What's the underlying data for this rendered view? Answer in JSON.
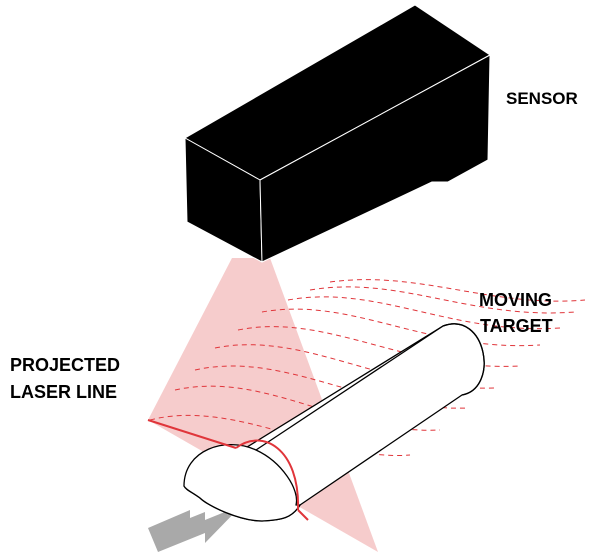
{
  "labels": {
    "sensor": "SENSOR",
    "moving_target_line1": "MOVING",
    "moving_target_line2": "TARGET",
    "projected_line1": "PROJECTED",
    "projected_line2": "LASER LINE"
  },
  "colors": {
    "sensor_body": "#000000",
    "sensor_edge": "#ffffff",
    "laser_fan": "#f4c3c3",
    "laser_line": "#e0353a",
    "dashed_lines": "#e0353a",
    "target_stroke": "#000000",
    "target_fill": "#ffffff",
    "arrow": "#a9a9a9",
    "text": "#000000"
  }
}
